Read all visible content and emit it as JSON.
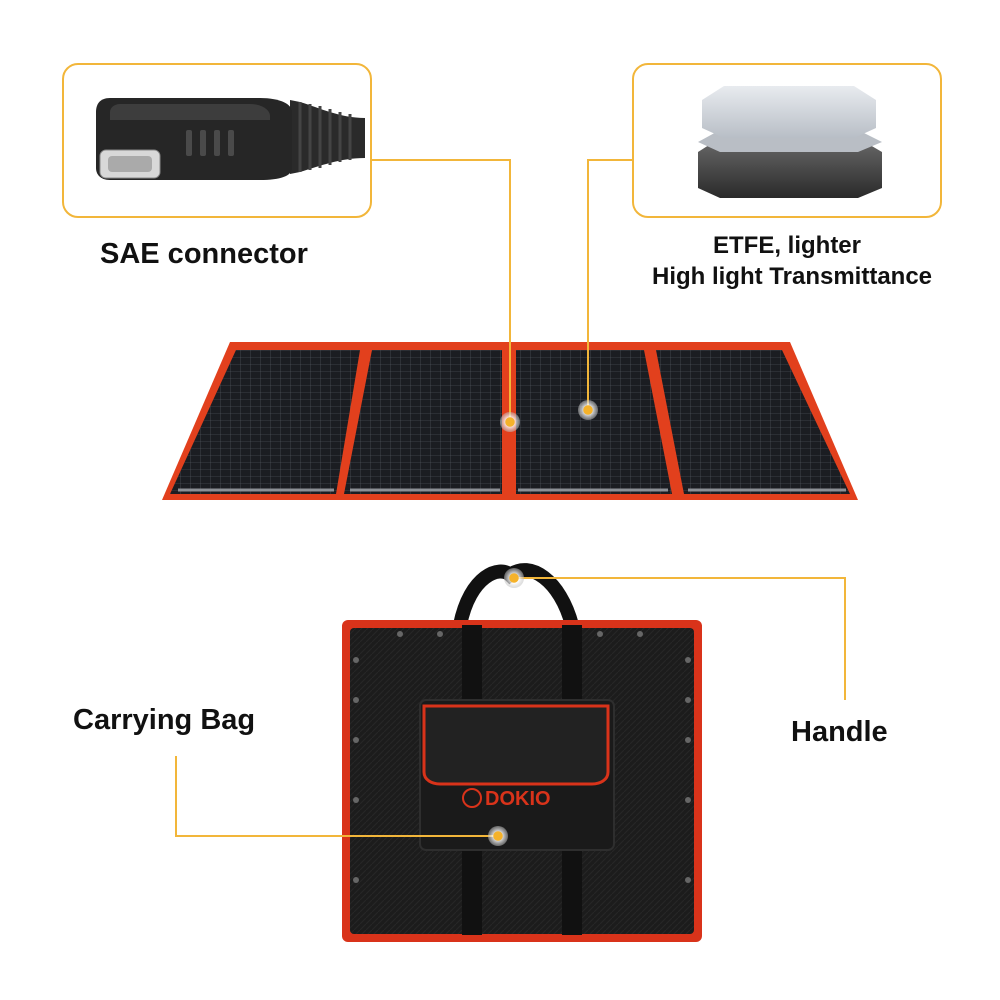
{
  "callouts": {
    "sae_connector": {
      "label": "SAE connector"
    },
    "etfe": {
      "label_line1": "ETFE, lighter",
      "label_line2": "High light Transmittance"
    },
    "carrying_bag": {
      "label": "Carrying Bag"
    },
    "handle": {
      "label": "Handle"
    }
  },
  "brand": {
    "logo_text": "DOKIO"
  },
  "colors": {
    "accent_line": "#f2b63a",
    "panel_frame": "#e2401d",
    "panel_cell": "#1b1d22",
    "bag_body": "#1a1a1a",
    "bag_trim": "#d9331a"
  }
}
